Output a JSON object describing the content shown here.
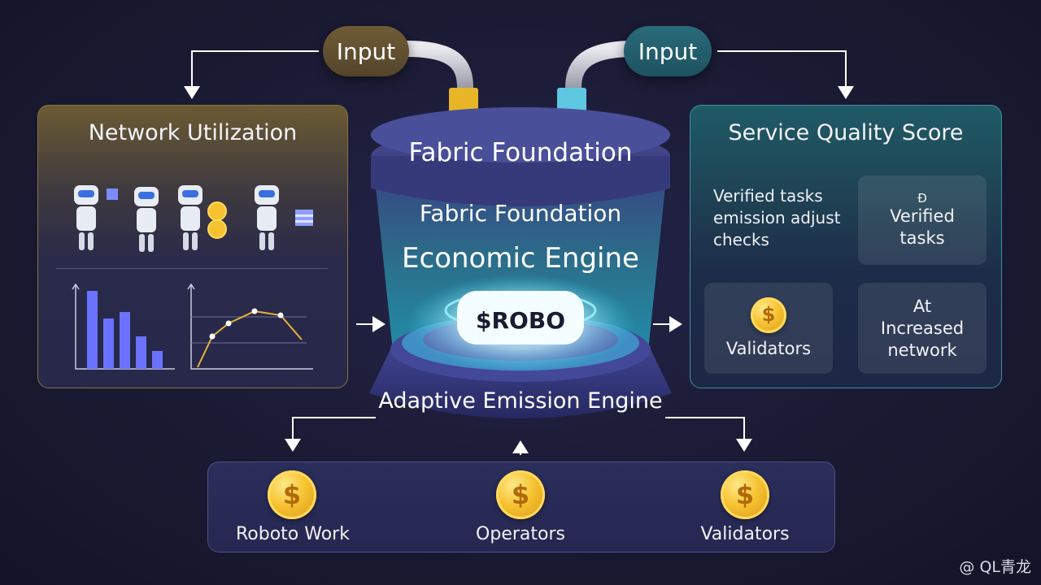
{
  "inputs": {
    "left": "Input",
    "right": "Input"
  },
  "left_panel": {
    "title": "Network Utilization"
  },
  "engine": {
    "cap_title": "Fabric Foundation",
    "inner_title": "Fabric Foundation",
    "main_title": "Economic Engine",
    "core_token": "$ROBO",
    "base_title": "Adaptive Emission Engine"
  },
  "right_panel": {
    "title": "Service Quality Score",
    "text_block": [
      "Verified tasks",
      "emission adjust",
      "checks"
    ],
    "card_tasks": {
      "glyph": "Ɖ",
      "lines": [
        "Verified",
        "tasks"
      ]
    },
    "card_validators": "Validators",
    "card_network": [
      "At",
      "Increased",
      "network"
    ]
  },
  "bottom_flow": {
    "items": [
      "Roboto Work",
      "Operators",
      "Validators"
    ]
  },
  "coin_symbol": "$",
  "watermark": "@ QL青龙",
  "colors": {
    "gold": "#f6c230",
    "cyan": "#41d8ef",
    "accent_blue": "#6a72ff"
  }
}
